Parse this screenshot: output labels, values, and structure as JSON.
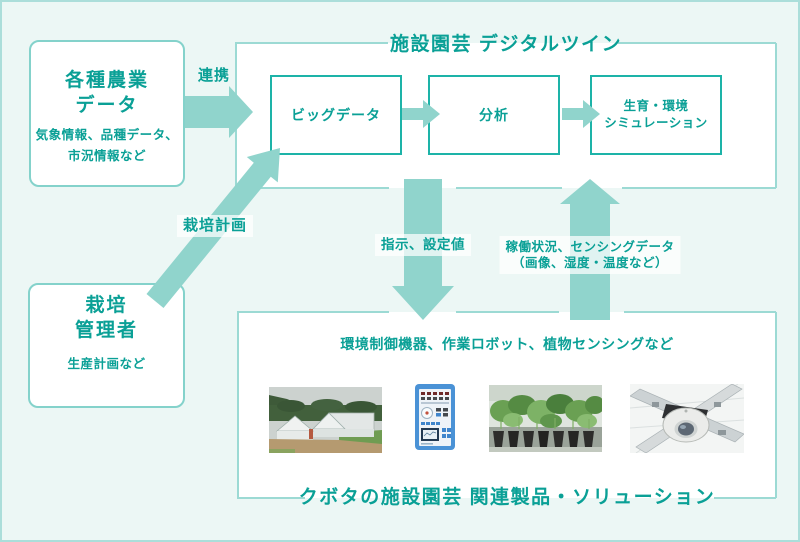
{
  "palette": {
    "page_bg": "#ecf7f5",
    "outer_border": "#abdeda",
    "container_border": "#9cdad4",
    "inner_box_border": "#1db3a8",
    "rounded_box_border": "#84d2cb",
    "arrow_fill": "#90d4cc",
    "text_teal": "#0aa096",
    "box_bg": "#ffffff"
  },
  "agri_data_box": {
    "title_line1": "各種農業",
    "title_line2": "データ",
    "sub_line1": "気象情報、品種データ、",
    "sub_line2": "市況情報など"
  },
  "grower_box": {
    "title_line1": "栽培",
    "title_line2": "管理者",
    "sub": "生産計画など"
  },
  "digital_twin": {
    "title": "施設園芸 デジタルツイン",
    "box1_label": "ビッグデータ",
    "box2_label": "分析",
    "box3_label_line1": "生育・環境",
    "box3_label_line2": "シミュレーション"
  },
  "arrow_labels": {
    "cooperation": "連携",
    "cultivation_plan": "栽培計画",
    "instructions": "指示、設定値",
    "status_line1": "稼働状況、センシングデータ",
    "status_line2": "（画像、湿度・温度など）"
  },
  "products": {
    "caption": "環境制御機器、作業ロボット、植物センシングなど",
    "title": "クボタの施設園芸 関連製品・ソリューション",
    "photos": [
      "greenhouse-photo",
      "environment-controller-photo",
      "tomato-seedlings-photo",
      "ceiling-sensor-camera-photo"
    ]
  }
}
